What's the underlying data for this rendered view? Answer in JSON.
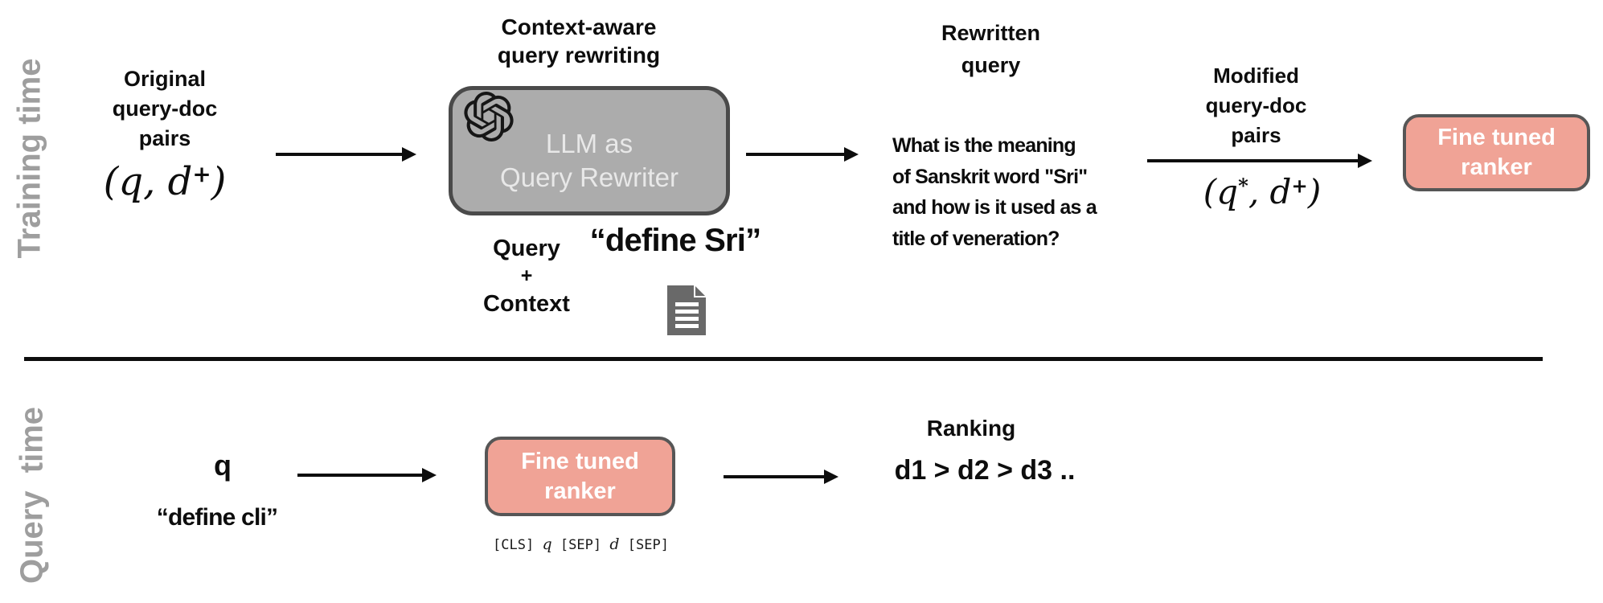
{
  "training": {
    "row_label": "Training time",
    "original_pairs": {
      "title": [
        "Original",
        "query-doc",
        "pairs"
      ],
      "math": {
        "open": "(",
        "var1": "q",
        "sep": ", ",
        "var2": "d",
        "var2_sup": "+",
        "close": ")"
      }
    },
    "rewriting": {
      "title": [
        "Context-aware",
        "query rewriting"
      ],
      "box": [
        "LLM as",
        "Query Rewriter"
      ],
      "input_label": [
        "Query",
        "+",
        "Context"
      ],
      "example_query": "“define Sri”"
    },
    "rewritten_query": {
      "title": [
        "Rewritten",
        "query"
      ],
      "text": [
        "What is the meaning",
        "of Sanskrit word \"Sri\"",
        "and how is it used as a",
        "title of veneration?"
      ]
    },
    "modified_pairs": {
      "title": [
        "Modified",
        "query-doc",
        "pairs"
      ],
      "math": {
        "open": "(",
        "var1": "q",
        "var1_sup": "*",
        "sep": ", ",
        "var2": "d",
        "var2_sup": "+",
        "close": ")"
      }
    },
    "ranker": [
      "Fine tuned",
      "ranker"
    ]
  },
  "query_time": {
    "row_label": "Query  time",
    "query_symbol": "q",
    "example_query": "“define cli”",
    "ranker": [
      "Fine tuned",
      "ranker"
    ],
    "ranker_input": {
      "t1": "[CLS]",
      "v1": "q",
      "t2": "[SEP]",
      "v2": "d",
      "t3": "[SEP]"
    },
    "ranking_title": "Ranking",
    "ranking_result": "d1 > d2 > d3 .."
  },
  "icons": {
    "llm_logo": "openai-icon",
    "context_doc": "document-icon"
  },
  "colors": {
    "salmon_box": "#f0a396",
    "gray_box": "#acacac",
    "gray_label": "#9e9e9e",
    "line_black": "#0d0d0d"
  }
}
